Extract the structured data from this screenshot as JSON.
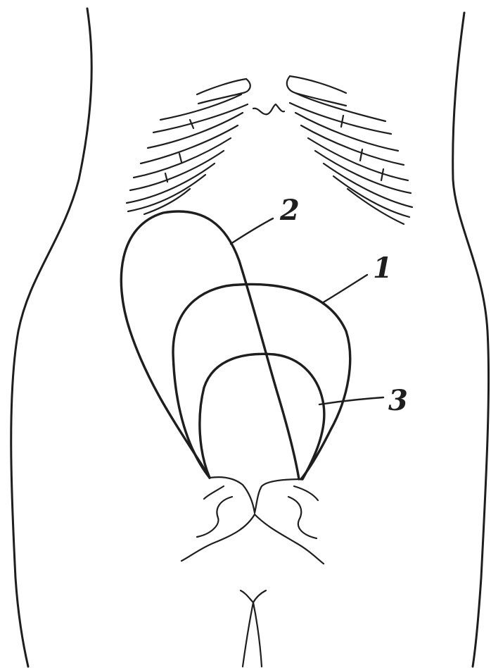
{
  "figure": {
    "callouts": [
      {
        "id": "1",
        "text": "1"
      },
      {
        "id": "2",
        "text": "2"
      },
      {
        "id": "3",
        "text": "3"
      }
    ],
    "colors": {
      "ink": "#1e1e1e",
      "background": "#ffffff"
    }
  }
}
